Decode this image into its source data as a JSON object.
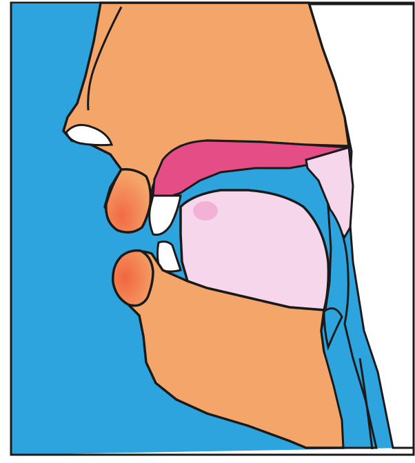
{
  "diagram": {
    "subject": "mouth-sagittal-section",
    "parts": [
      {
        "name": "background-air",
        "color": "#2ea4de"
      },
      {
        "name": "head-skin",
        "color": "#f4a56a"
      },
      {
        "name": "nose",
        "color": "#f4a56a"
      },
      {
        "name": "nostril",
        "color": "#ffffff"
      },
      {
        "name": "upper-lip",
        "color": "#f07a4e"
      },
      {
        "name": "lower-lip",
        "color": "#f07a4e"
      },
      {
        "name": "upper-tooth",
        "color": "#ffffff"
      },
      {
        "name": "lower-tooth",
        "color": "#ffffff"
      },
      {
        "name": "hard-palate",
        "color": "#e44d86"
      },
      {
        "name": "soft-palate",
        "color": "#f6d6ea"
      },
      {
        "name": "tongue",
        "color": "#f6d6ea"
      },
      {
        "name": "chin-jaw",
        "color": "#f4a56a"
      },
      {
        "name": "throat",
        "color": "#2ea4de"
      }
    ]
  }
}
